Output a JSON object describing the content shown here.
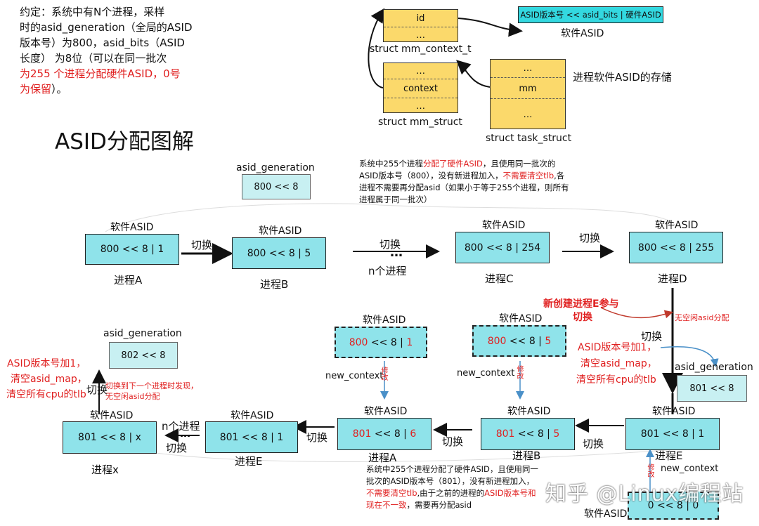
{
  "intro": {
    "line1": "约定：系统中有N个进程，采样",
    "line2": "时的asid_generation（全局的ASID",
    "line3": "版本号）为800，asid_bits（ASID",
    "line4": "长度） 为8位（可以在同一批次",
    "line5_red": "为255 个进程分配硬件ASID，0号",
    "line6_red": "为保留",
    "line6_rest": "）。"
  },
  "title": "ASID分配图解",
  "structs": {
    "mm_context": {
      "cell1": "id",
      "cell2": "…",
      "label": "struct mm_context_t"
    },
    "asid_value": {
      "text": "ASID版本号 << asid_bits | 硬件ASID",
      "caption": "软件ASID"
    },
    "mm_struct": {
      "cell1": "…",
      "cell2": "context",
      "cell3": "…",
      "label": "struct mm_struct"
    },
    "task_struct": {
      "cell1": "…",
      "cell2": "mm",
      "cell3": "…",
      "label": "struct task_struct"
    },
    "storage_caption": "进程软件ASID的存储"
  },
  "top_generation": {
    "label": "asid_generation",
    "value": "800 << 8"
  },
  "top_note": {
    "p1": "系统中255个进程",
    "p2_red": "分配了硬件ASID",
    "p3": "，且使用同一批次的ASID版本号（800），没有新进程加入，",
    "p4_red": "不需要清空tlb",
    "p5": ",各进程不需要再分配asid（如果小于等于255个进程，则所有进程属于同一批次）"
  },
  "row1": {
    "sw_label": "软件ASID",
    "switch_label": "切换",
    "dots": "…",
    "n_processes": "n个进程",
    "boxes": [
      {
        "value": "800  <<  8 | 1",
        "proc": "进程A"
      },
      {
        "value": "800  <<  8 | 5",
        "proc": "进程B"
      },
      {
        "value": "800  <<  8 | 254",
        "proc": "进程C"
      },
      {
        "value": "800  <<  8 | 255",
        "proc": "进程D"
      }
    ]
  },
  "process_e_join": {
    "new_e_line1": "新创建进程E参与",
    "new_e_line2": "切换",
    "no_free": "无空闲asid分配",
    "switch": "切换",
    "ver_plus1": "ASID版本号加1，",
    "clear_map": "清空asid_map，",
    "clear_tlb": "清空所有cpu的tlb",
    "gen_label": "asid_generation",
    "gen_value": "801 << 8"
  },
  "dashed": {
    "sw_label": "软件ASID",
    "new_context": "new_context",
    "modify": "修改",
    "boxes": [
      {
        "ver": "800",
        "rest": " << 8 | ",
        "hw": "1"
      },
      {
        "ver": "800",
        "rest": " << 8 | ",
        "hw": "5"
      }
    ]
  },
  "row2": {
    "sw_label": "软件ASID",
    "switch_label": "切换",
    "n_processes": "n个进程",
    "dots": "…",
    "box_x": {
      "value": "801  <<  8 | x",
      "proc": "进程x"
    },
    "box_e2": {
      "value": "801  <<  8 | 1",
      "proc": "进程E"
    },
    "box_a": {
      "ver": "801",
      "rest": " << 8 | ",
      "hw": "6",
      "proc": "进程A"
    },
    "box_b": {
      "ver": "801",
      "rest": " << 8 | ",
      "hw": "5",
      "proc": "进程B"
    },
    "box_e": {
      "value": "801  <<  8 | 1",
      "proc": "进程E"
    }
  },
  "left_gen": {
    "label": "asid_generation",
    "value": "802 << 8",
    "switch": "切换",
    "ver_plus1": "ASID版本号加1，",
    "clear_map": "清空asid_map，",
    "clear_tlb": "清空所有cpu的tlb",
    "note_red": "切换到下一个进程时发现，无空闲asid分配"
  },
  "bottom_note": {
    "p1": "系统中255个进程分配了硬件ASID，且使用同一批次的ASID版本号（801），没有新进程加入，",
    "p2_red": "不需要清空tlb",
    "p3": ",由于之前的进程的",
    "p4_red": "ASID版本号和现在不一致",
    "p5": "，需要再分配asid"
  },
  "bottom_e": {
    "new_context": "new_context",
    "modify": "修改",
    "value": "0 << 8 | 0",
    "sw_label": "软件ASID"
  },
  "watermark": "知乎 @Linux编程站"
}
